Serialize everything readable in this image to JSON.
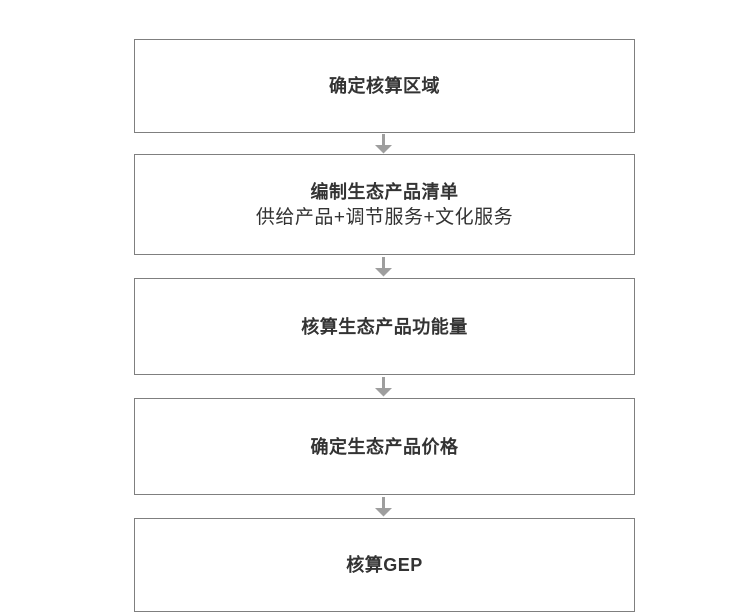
{
  "diagram": {
    "type": "flowchart",
    "direction": "top-down",
    "steps": [
      {
        "title": "确定核算区域",
        "subtitle": ""
      },
      {
        "title": "编制生态产品清单",
        "subtitle": "供给产品+调节服务+文化服务"
      },
      {
        "title": "核算生态产品功能量",
        "subtitle": ""
      },
      {
        "title": "确定生态产品价格",
        "subtitle": ""
      },
      {
        "title": "核算GEP",
        "subtitle": ""
      }
    ],
    "connectors": [
      {
        "from": 0,
        "to": 1,
        "shape": "down-arrow"
      },
      {
        "from": 1,
        "to": 2,
        "shape": "down-arrow"
      },
      {
        "from": 2,
        "to": 3,
        "shape": "down-arrow"
      },
      {
        "from": 3,
        "to": 4,
        "shape": "down-arrow"
      }
    ],
    "colors": {
      "background": "#ffffff",
      "box_fill": "#ffffff",
      "box_border": "#7f7f7f",
      "text": "#333333",
      "arrow": "#9e9e9e"
    }
  }
}
